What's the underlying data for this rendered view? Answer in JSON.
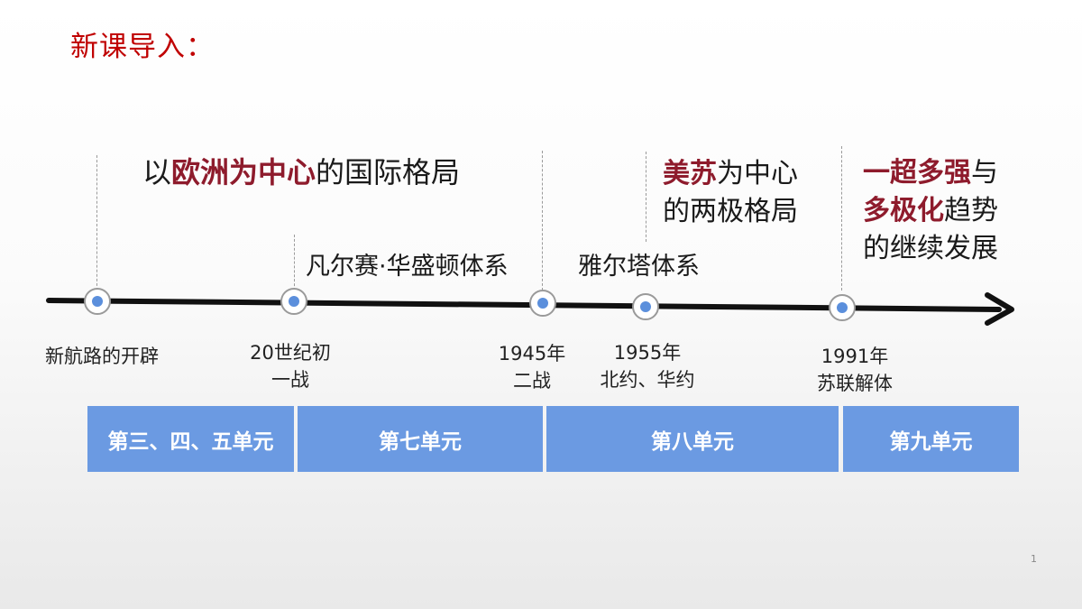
{
  "title": "新课导入：",
  "eras": [
    {
      "segments": [
        {
          "text": "以",
          "highlight": false
        },
        {
          "text": "欧洲为中心",
          "highlight": true
        },
        {
          "text": "的国际格局",
          "highlight": false
        }
      ]
    },
    {
      "segments": [
        {
          "text": "美苏",
          "highlight": true
        },
        {
          "text": "为中心",
          "highlight": false
        },
        {
          "text": "的两极格局",
          "highlight": false
        }
      ]
    },
    {
      "segments": [
        {
          "text": "一超多强",
          "highlight": true
        },
        {
          "text": "与",
          "highlight": false
        },
        {
          "text": "多极化",
          "highlight": true
        },
        {
          "text": "趋势",
          "highlight": false
        },
        {
          "text": "的继续发展",
          "highlight": false
        }
      ]
    }
  ],
  "systems": [
    "凡尔赛·华盛顿体系",
    "雅尔塔体系"
  ],
  "nodes": [
    {
      "line1": "新航路的开辟",
      "line2": ""
    },
    {
      "line1": "20世纪初",
      "line2": "一战"
    },
    {
      "line1": "1945年",
      "line2": "二战"
    },
    {
      "line1": "1955年",
      "line2": "北约、华约"
    },
    {
      "line1": "1991年",
      "line2": "苏联解体"
    }
  ],
  "units": [
    "第三、四、五单元",
    "第七单元",
    "第八单元",
    "第九单元"
  ],
  "colors": {
    "title": "#c00000",
    "highlight": "#8e1b2c",
    "unit_fill": "#6b9ae2",
    "node_fill": "#5b8fdc"
  },
  "page_number": "1"
}
